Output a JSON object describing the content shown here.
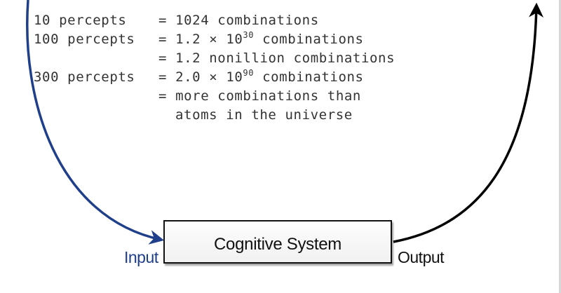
{
  "colors": {
    "input_arrow": "#1f3f8a",
    "output_arrow": "#000000",
    "text": "#333333"
  },
  "equations": [
    {
      "left": "10 percepts",
      "eq": "=",
      "lines": [
        {
          "pre": "1024 combinations",
          "sup": "",
          "post": ""
        }
      ]
    },
    {
      "left": "100 percepts",
      "eq": "=",
      "lines": [
        {
          "pre": "1.2 × 10",
          "sup": "30",
          "post": " combinations"
        }
      ]
    },
    {
      "left": "",
      "eq": "=",
      "lines": [
        {
          "pre": "1.2 nonillion combinations",
          "sup": "",
          "post": ""
        }
      ]
    },
    {
      "left": "300 percepts",
      "eq": "=",
      "lines": [
        {
          "pre": "2.0 × 10",
          "sup": "90",
          "post": " combinations"
        }
      ]
    },
    {
      "left": "",
      "eq": "=",
      "lines": [
        {
          "pre": "more combinations than",
          "sup": "",
          "post": ""
        },
        {
          "pre": "atoms in the universe",
          "sup": "",
          "post": ""
        }
      ]
    }
  ],
  "diagram": {
    "system_label": "Cognitive System",
    "input_label": "Input",
    "output_label": "Output"
  }
}
